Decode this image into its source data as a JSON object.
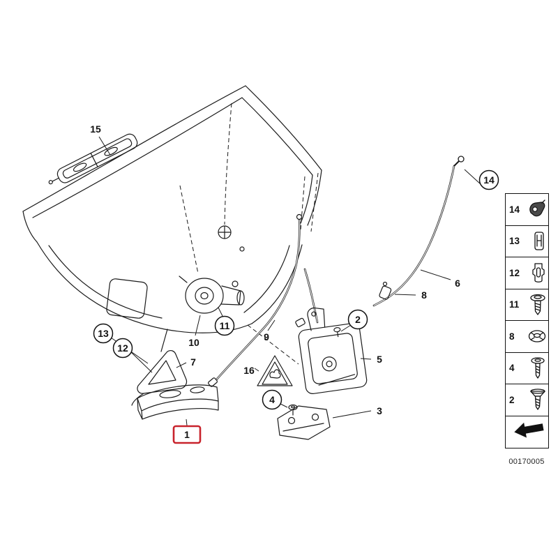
{
  "figure": {
    "code": "00170005",
    "highlight_color": "#c8232c",
    "line_color": "#1a1a1a"
  },
  "callouts": {
    "c1": "1",
    "c2": "2",
    "c3": "3",
    "c4": "4",
    "c5": "5",
    "c6": "6",
    "c7": "7",
    "c8": "8",
    "c9": "9",
    "c10": "10",
    "c11": "11",
    "c12": "12",
    "c13": "13",
    "c14": "14",
    "c15": "15",
    "c16": "16"
  },
  "sidebar": {
    "rows": [
      {
        "label": "14",
        "icon": "cable-end-clip-icon"
      },
      {
        "label": "13",
        "icon": "retaining-clip-icon"
      },
      {
        "label": "12",
        "icon": "grommet-clip-icon"
      },
      {
        "label": "11",
        "icon": "washer-screw-icon"
      },
      {
        "label": "8",
        "icon": "push-nut-icon"
      },
      {
        "label": "4",
        "icon": "tapping-screw-icon"
      },
      {
        "label": "2",
        "icon": "countersunk-screw-icon"
      }
    ],
    "arrow_icon": "direction-arrow-icon"
  }
}
